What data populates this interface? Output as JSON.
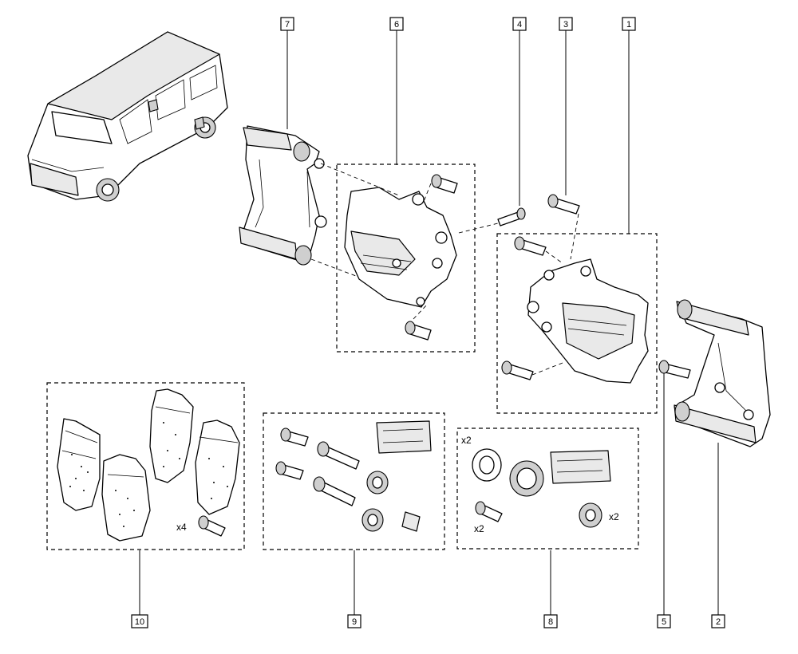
{
  "callouts": {
    "c1": "1",
    "c2": "2",
    "c3": "3",
    "c4": "4",
    "c5": "5",
    "c6": "6",
    "c7": "7",
    "c8": "8",
    "c9": "9",
    "c10": "10"
  },
  "quantities": {
    "pad_bolts": "x4",
    "ring": "x2",
    "seal_screw": "x2",
    "boot": "x2"
  }
}
